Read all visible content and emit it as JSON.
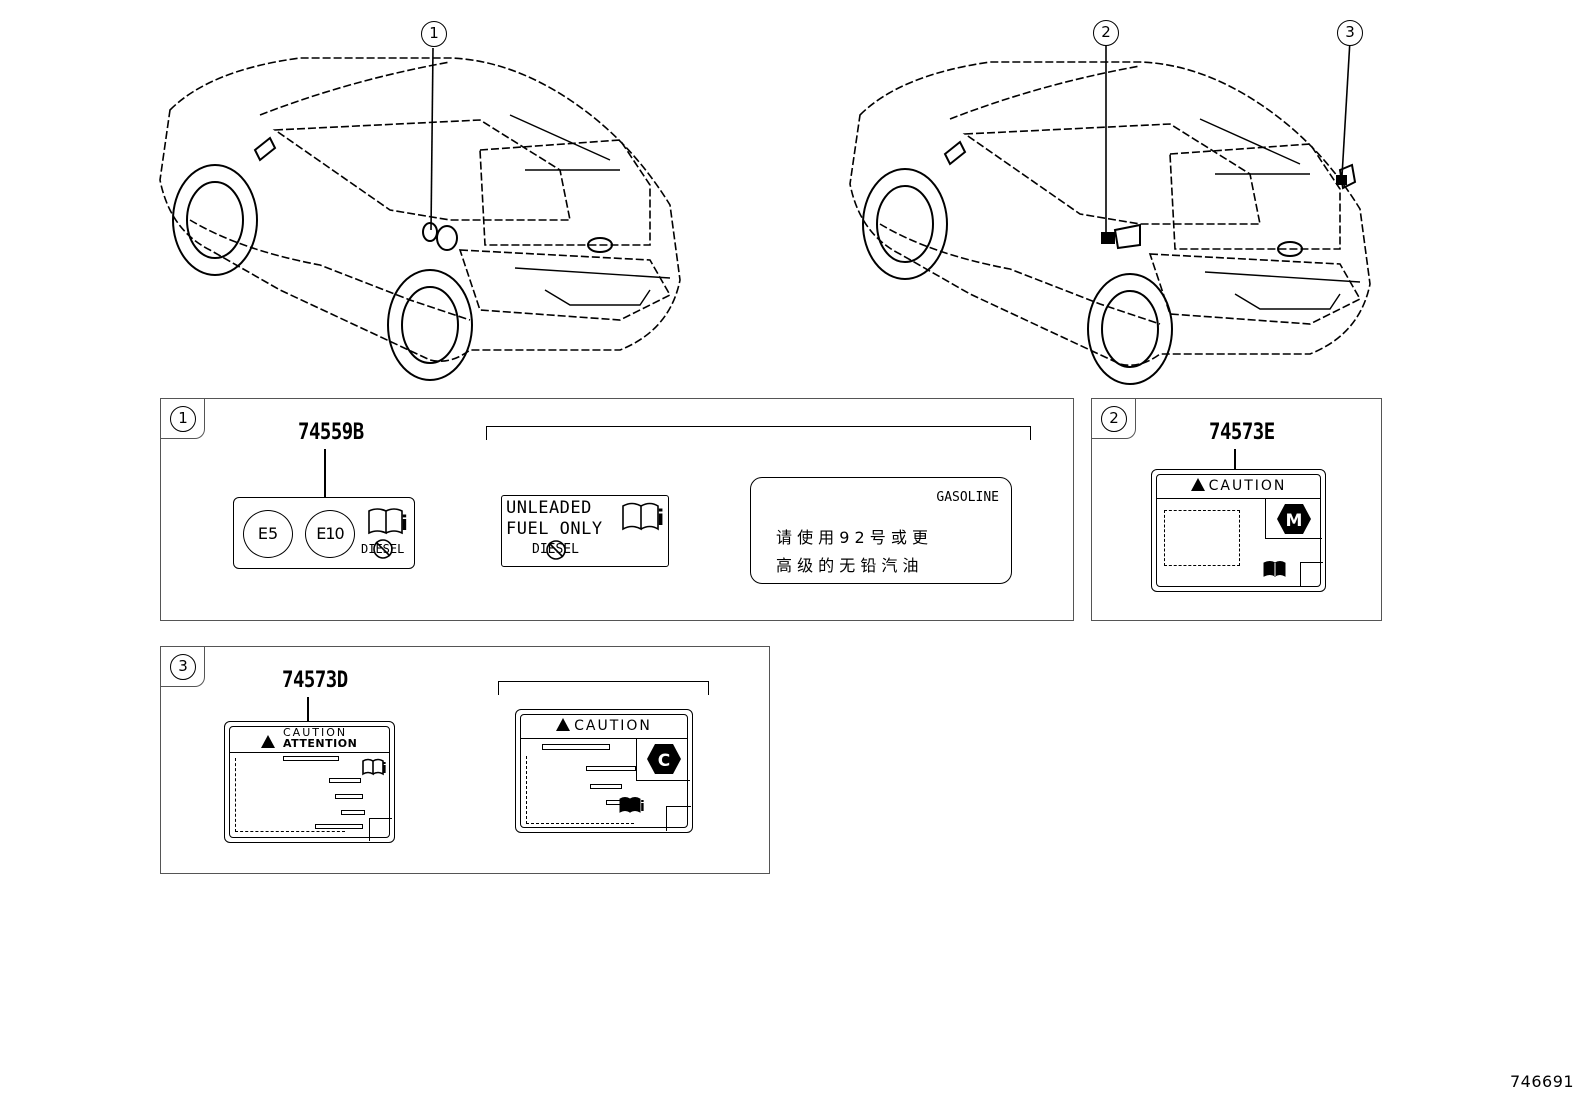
{
  "callouts": {
    "c1": "1",
    "c2": "2",
    "c3": "3"
  },
  "panel1": {
    "tag": "1",
    "part_number": "74559B",
    "label_a": {
      "e5": "E5",
      "e10": "E10",
      "diesel": "DIESEL"
    },
    "label_b": {
      "line1": "UNLEADED",
      "line2": "FUEL ONLY",
      "diesel": "DIESEL"
    },
    "label_c": {
      "heading": "GASOLINE",
      "line1": "请 使 用 9 2 号 或 更",
      "line2": "高 级 的 无 铅 汽 油"
    }
  },
  "panel2": {
    "tag": "2",
    "part_number": "74573E",
    "caution": "CAUTION",
    "badge": "M"
  },
  "panel3": {
    "tag": "3",
    "part_number": "74573D",
    "label_a": {
      "caution": "CAUTION",
      "attention": "ATTENTION"
    },
    "label_b": {
      "caution": "CAUTION",
      "badge": "C"
    }
  },
  "illustration_id": "746691",
  "icons": [
    "book-info-icon",
    "no-diesel-icon",
    "warning-triangle-icon",
    "hexagon-badge-icon",
    "car-rear-view-illustration"
  ]
}
